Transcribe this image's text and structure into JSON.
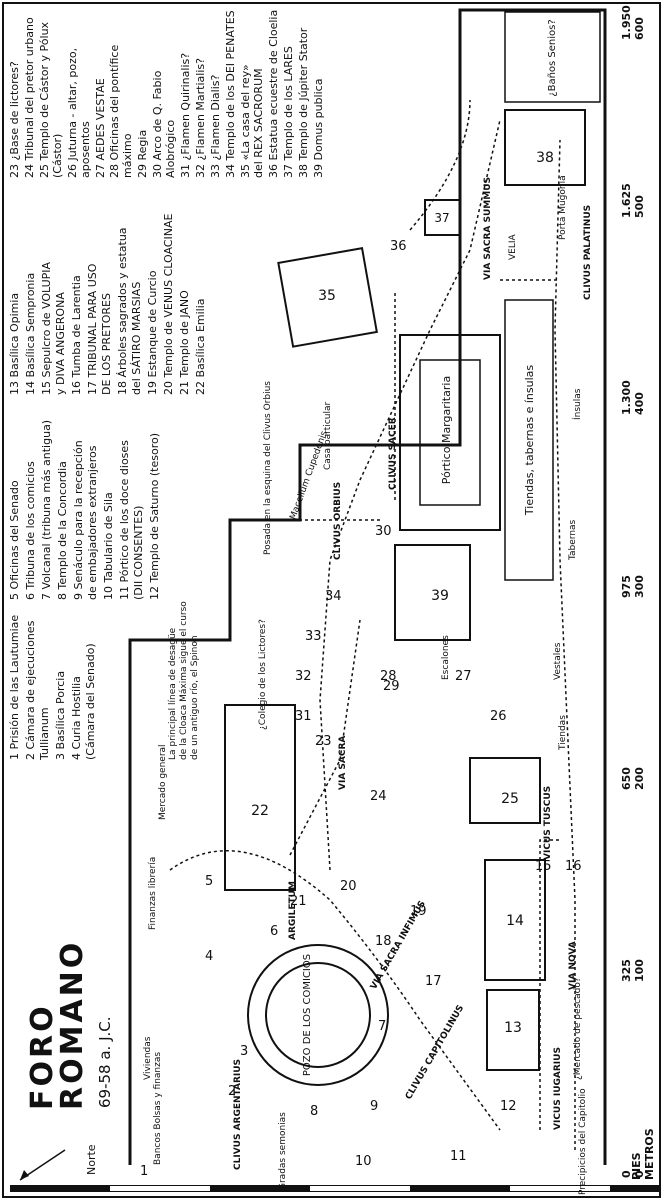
{
  "title": {
    "line1": "FORO",
    "line2": "ROMANO",
    "date": "69-58 a. J.C."
  },
  "north_label": "Norte",
  "legend": {
    "col1": [
      "1 Prisión de las Lautumiae",
      "2 Cámara de ejecuciones",
      "   Tullianum",
      "3 Basílica Porcia",
      "4 Curia Hostilia",
      "   (Cámara del Senado)"
    ],
    "col2": [
      "5 Oficinas del Senado",
      "6 Tribuna de los comicios",
      "7 Volcanal (tribuna más antigua)",
      "8 Templo de la Concordia",
      "9 Senáculo para la recepción",
      "   de embajadores extranjeros",
      "10 Tabulario de Sila",
      "11 Pórtico de los doce dioses",
      "   (DII CONSENTES)",
      "12 Templo de Saturno (tesoro)"
    ],
    "col3": [
      "13 Basílica Opimia",
      "14 Basílica Sempronia",
      "15 Sepulcro de VOLUPIA",
      "   y DIVA ANGERONA",
      "16 Tumba de Larentia",
      "17 TRIBUNAL PARA USO",
      "   DE LOS PRETORES",
      "18 Árboles sagrados y estatua",
      "   del SÁTIRO MARSIAS",
      "19 Estanque de Curcio",
      "20 Templo de VENUS CLOACINAE",
      "21 Templo de JANO",
      "22 Basílica Emilia"
    ],
    "col4": [
      "23 ¿Base de lictores?",
      "24 Tribunal del pretor urbano",
      "25 Templo de Cástor y Pólux",
      "   (Cástor)",
      "26 Juturna - altar, pozo,",
      "   aposentos",
      "27 AEDES VESTAE",
      "28 Oficinas del pontífice",
      "   máximo",
      "29 Regia",
      "30 Arco de Q. Fabio",
      "   Alobrógico",
      "31 ¿Flamen Quirinalis?",
      "32 ¿Flamen Martialis?",
      "33 ¿Flamen Dialis?",
      "34 Templo de los DEI PENATES",
      "35 «La casa del rey»",
      "   del REX SACRORUM",
      "36 Estatua ecuestre de Cloelia",
      "37 Templo de los LARES",
      "38 Templo de Júpiter Stator",
      "39 Domus publica"
    ]
  },
  "cloaca_note": [
    "La principal línea de desagüe",
    "de la Cloaca Máxima sigue el curso",
    "de un antiguo río, el Spinon"
  ],
  "streets": {
    "via_sacra": "VIA SACRA",
    "via_sacra_inferior": "VIA SACRA INFIMUS",
    "via_nova": "VIA NOVA",
    "argiletum": "ARGILETUM",
    "clivus_argentarius": "CLIVUS ARGENTARIUS",
    "clivus_capitolinus": "CLIVUS CAPITOLINUS",
    "vicus_iugarius": "VICUS IUGARIUS",
    "vicus_tuscus": "VICUS TUSCUS",
    "clivus_orbius": "CLIVUS ORBIUS",
    "clivus_sacer": "CLIVUS SACER",
    "clivus_palatinus": "CLIVUS PALATINUS",
    "via_sacra_summus": "VIA SACRA SUMMUS"
  },
  "areas": {
    "pozo_comicios": "POZO DE LOS COMICIOS",
    "portico": "Pórtico Margaritaria",
    "tiendas_tabernas": "Tiendas, tabernas e ínsulas",
    "tabernas": "Tabernas",
    "tiendas": "Tiendas",
    "insulas": "Ínsulas",
    "velia": "VELIA",
    "porta_mugonia": "Porta Mugonia",
    "banos": "¿Baños Senios?",
    "mercado_pescado": "¿Mercado de pescado?",
    "mercado_general": "Mercado general",
    "macellum": "Macellum Cupedenis",
    "viviendas": "Viviendas",
    "bancos": "Bancos Bolsas y finanzas",
    "finanzas_libreria": "Finanzas librería",
    "precipicios": "Precipicios del Capitolio",
    "gradas": "Gradas semonias",
    "colegio": "¿Colegio de los Lictores?",
    "posada": "Posada en la esquina del Clivus Orbius",
    "casa_particular": "Casa particular",
    "escalones": "Escalones",
    "vestales": "Vestales"
  },
  "scale": {
    "pies_label": "PIES",
    "metros_label": "METROS",
    "pies": [
      "0",
      "325",
      "650",
      "975",
      "1.300",
      "1.625",
      "1.950"
    ],
    "metros": [
      "0",
      "100",
      "200",
      "300",
      "400",
      "500",
      "600"
    ]
  },
  "numbers": [
    "1",
    "2",
    "3",
    "4",
    "5",
    "6",
    "7",
    "8",
    "9",
    "10",
    "11",
    "12",
    "13",
    "14",
    "15",
    "16",
    "17",
    "18",
    "19",
    "20",
    "21",
    "22",
    "23",
    "24",
    "25",
    "26",
    "27",
    "28",
    "29",
    "30",
    "31",
    "32",
    "33",
    "34",
    "35",
    "36",
    "37",
    "38",
    "39"
  ]
}
